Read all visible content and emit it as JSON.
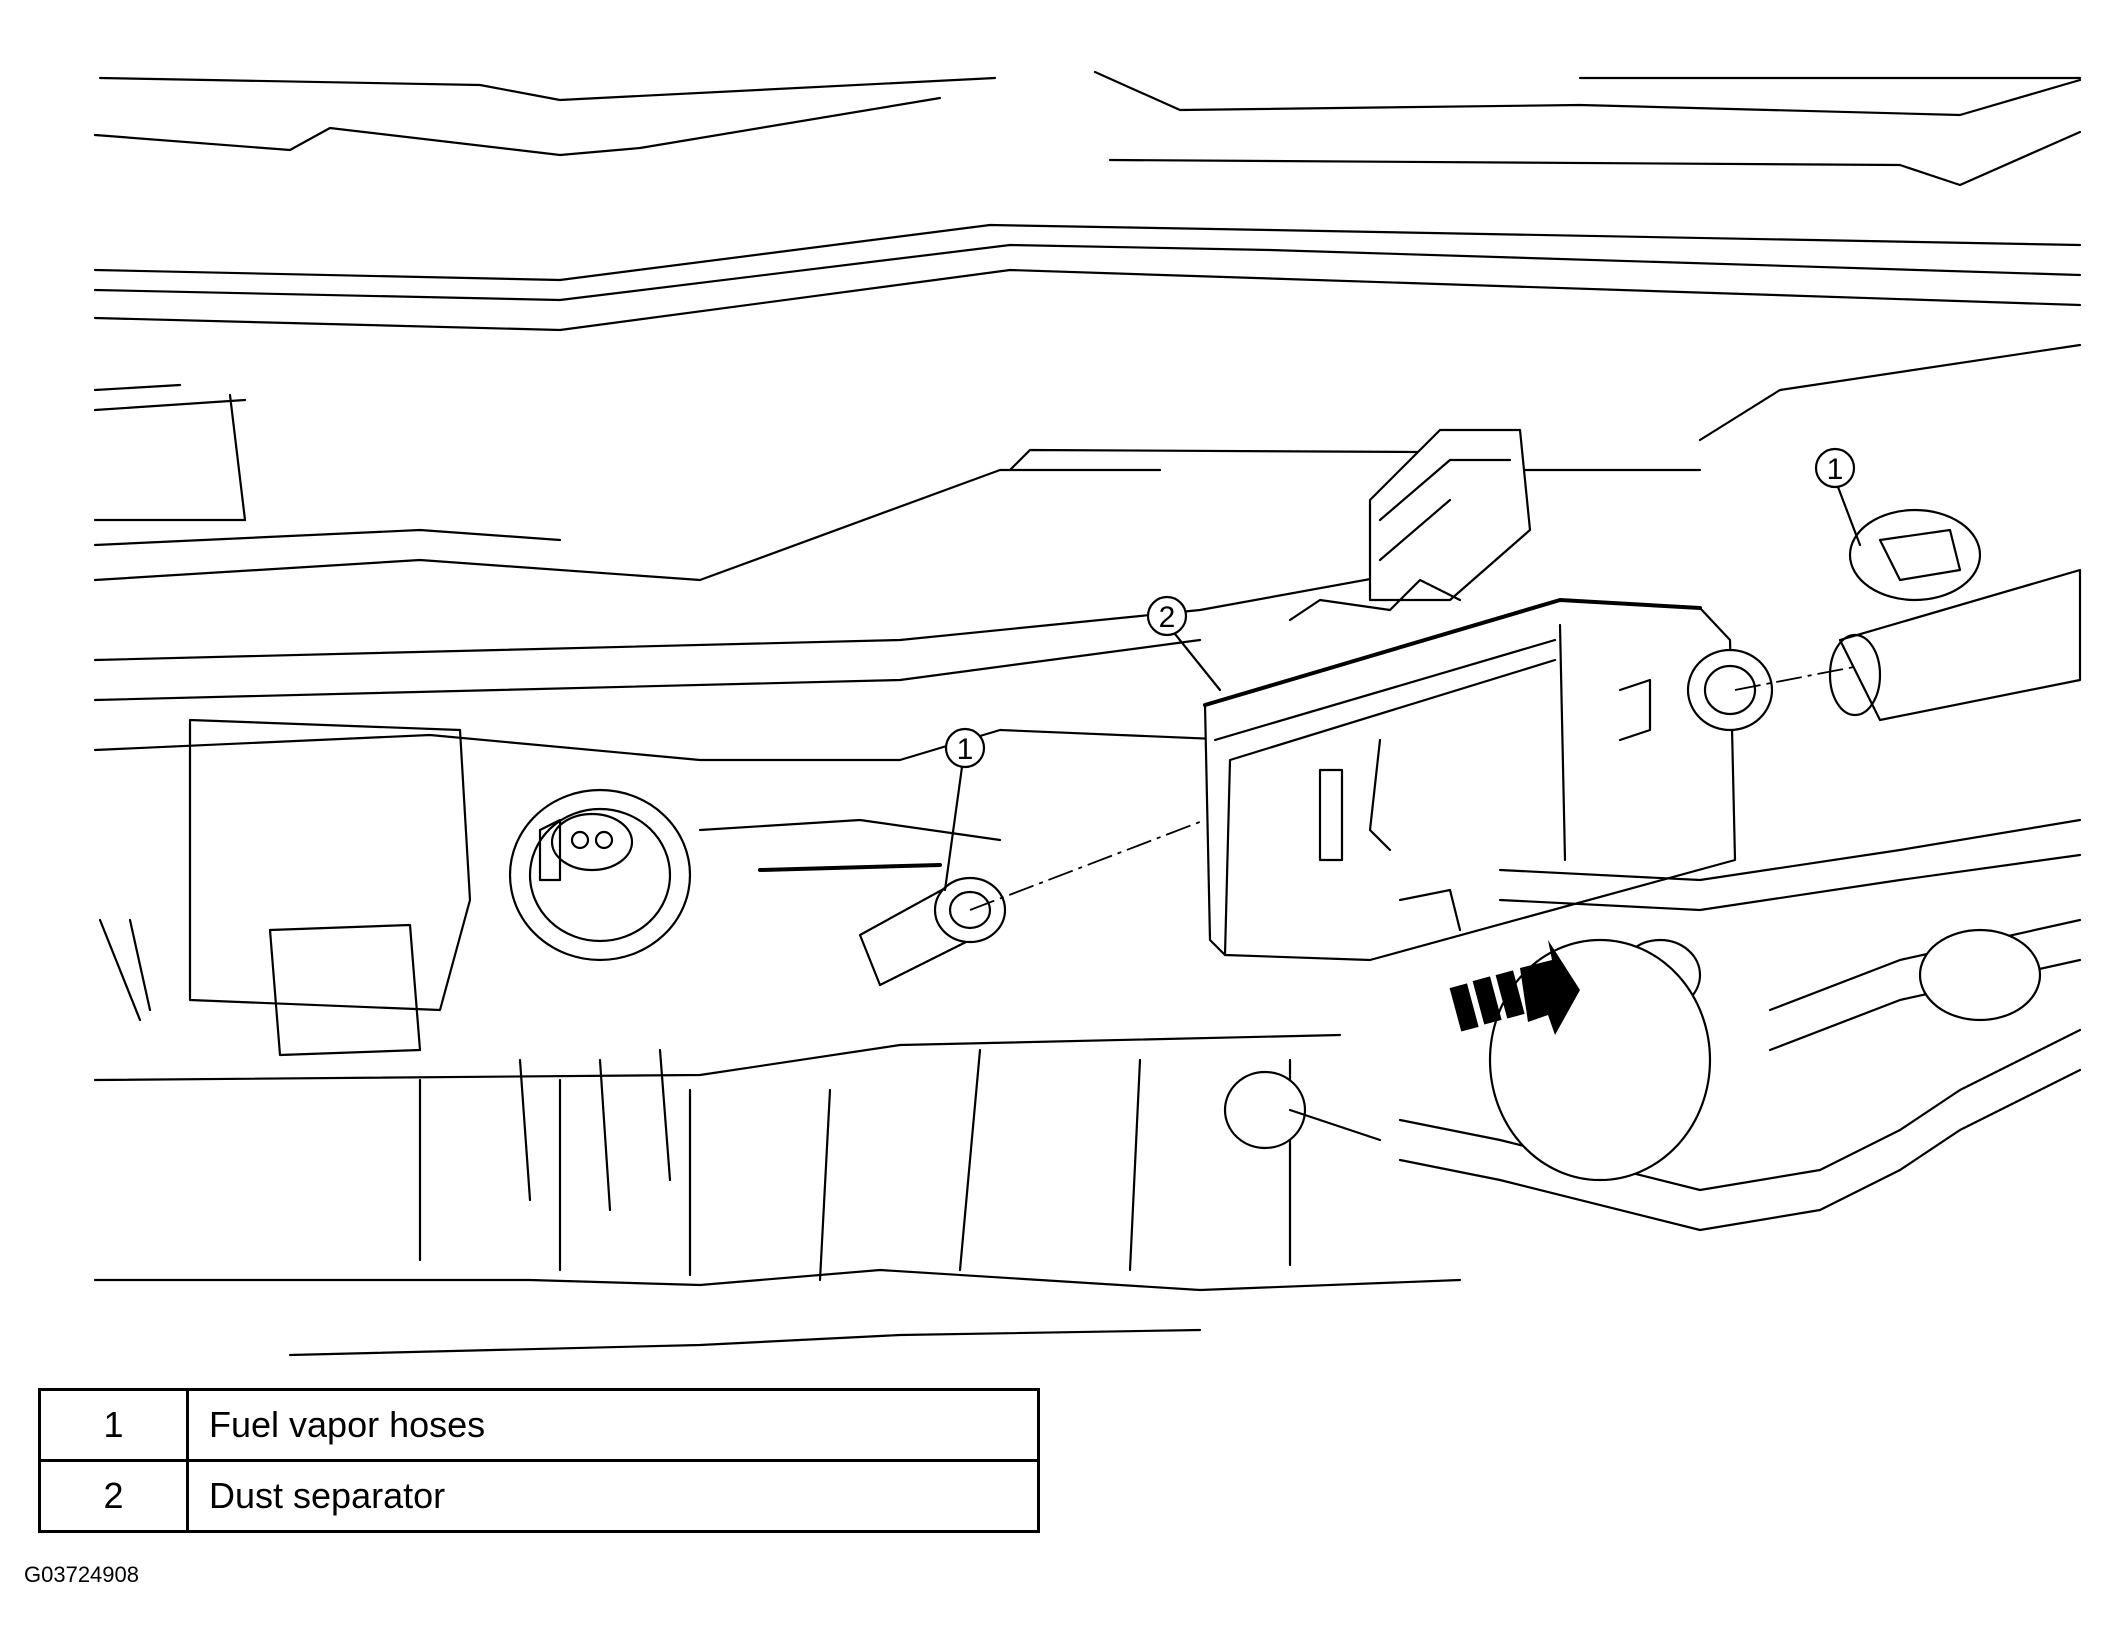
{
  "diagram": {
    "callouts": [
      {
        "id": "callout-1-left",
        "number": "1"
      },
      {
        "id": "callout-2",
        "number": "2"
      },
      {
        "id": "callout-1-right",
        "number": "1"
      }
    ]
  },
  "legend": {
    "rows": [
      {
        "number": "1",
        "description": "Fuel vapor hoses"
      },
      {
        "number": "2",
        "description": "Dust separator"
      }
    ]
  },
  "figure_code": "G03724908"
}
